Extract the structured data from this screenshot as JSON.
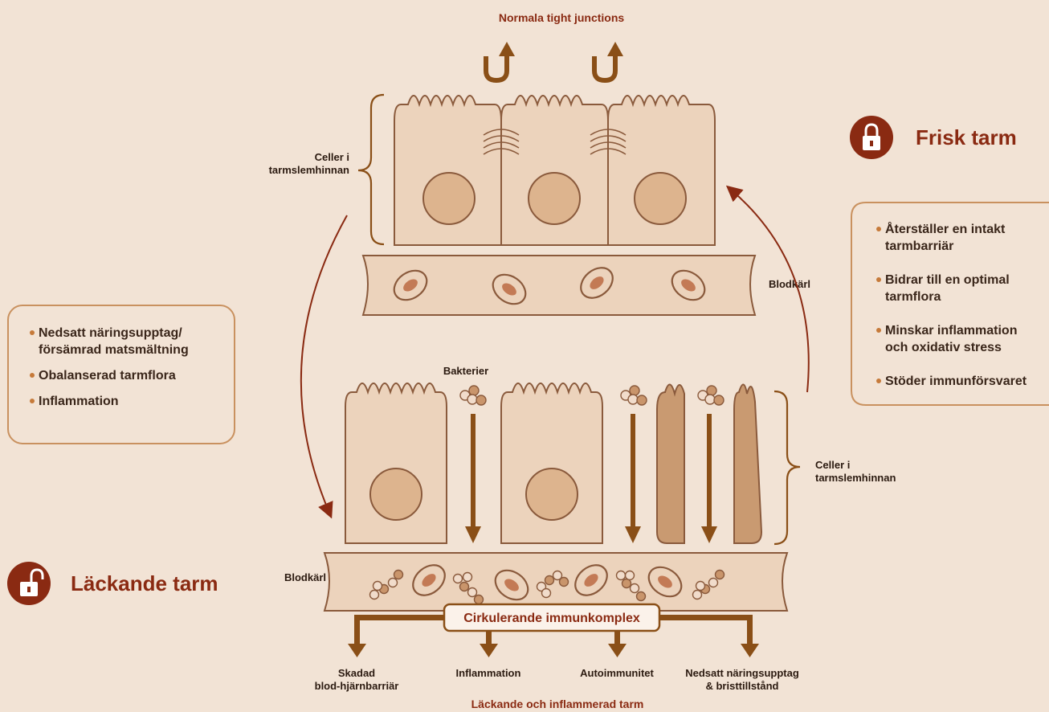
{
  "titles": {
    "top": "Normala tight junctions",
    "bottom": "Läckande och inflammerad tarm"
  },
  "states": {
    "healthy": "Frisk tarm",
    "leaky": "Läckande tarm"
  },
  "labels": {
    "cells_top_line1": "Celler i",
    "cells_top_line2": "tarmslemhinnan",
    "cells_bottom_line1": "Celler i",
    "cells_bottom_line2": "tarmslemhinnan",
    "vessel_top": "Blodkärl",
    "vessel_bottom": "Blodkärl",
    "bacteria": "Bakterier",
    "immune_complex": "Cirkulerande immunkomplex"
  },
  "healthy_box": {
    "items": [
      [
        "Återställer en intakt",
        "tarmbarriär"
      ],
      [
        "Bidrar till en optimal",
        "tarmflora"
      ],
      [
        "Minskar inflammation",
        "och oxidativ stress"
      ],
      [
        "Stöder immunförsvaret"
      ]
    ]
  },
  "leaky_box": {
    "items": [
      [
        "Nedsatt näringsupptag/",
        "försämrad matsmältning"
      ],
      [
        "Obalanserad tarmflora"
      ],
      [
        "Inflammation"
      ]
    ]
  },
  "outcomes": [
    [
      "Skadad",
      "blod-hjärnbarriär"
    ],
    [
      "Inflammation"
    ],
    [
      "Autoimmunitet"
    ],
    [
      "Nedsatt näringsupptag",
      "& bristtillstånd"
    ]
  ],
  "colors": {
    "background": "#f2e3d5",
    "accent": "#8a2a12",
    "arrow": "#8a4f17",
    "cell": "#ecd3bc",
    "nucleus": "#ddb48e",
    "bullet": "#c67a3a"
  },
  "icons": {
    "healthy": "lock-closed-icon",
    "leaky": "lock-open-icon"
  }
}
